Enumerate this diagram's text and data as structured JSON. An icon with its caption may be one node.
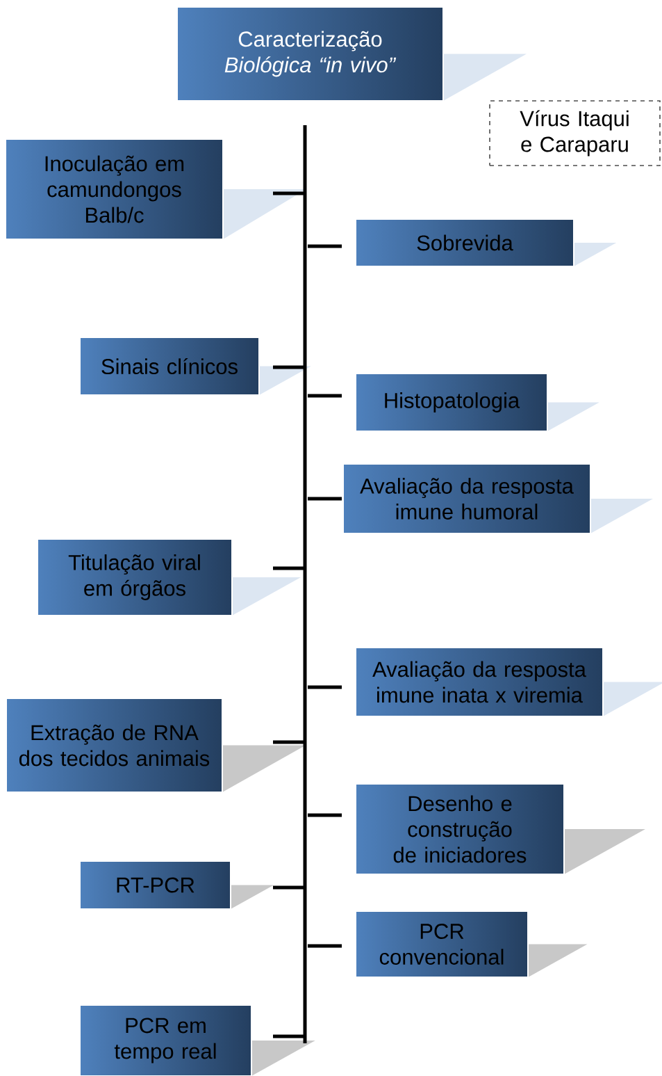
{
  "diagram": {
    "nodes": [
      {
        "text": [
          "Caracterização *Biológica “in vivo”*"
        ]
      },
      {
        "text": [
          "Vírus Itaqui e Caraparu"
        ]
      },
      {
        "text": [
          "Inoculação em camundongos Balb/c"
        ]
      },
      {
        "text": [
          "Sobrevida"
        ]
      },
      {
        "text": [
          "Sinais clínicos"
        ]
      },
      {
        "text": [
          "Histopatologia"
        ]
      },
      {
        "text": [
          "Avaliação da resposta imune humoral"
        ]
      },
      {
        "text": [
          "Titulação viral em órgãos"
        ]
      },
      {
        "text": [
          "Avaliação da resposta imune inata x viremia"
        ]
      },
      {
        "text": [
          "Extração de RNA dos tecidos animais"
        ]
      },
      {
        "text": [
          "Desenho e construção de iniciadores"
        ]
      },
      {
        "text": [
          "RT-PCR"
        ]
      },
      {
        "text": [
          "PCR convencional"
        ]
      },
      {
        "text": [
          "PCR em tempo real"
        ]
      }
    ]
  }
}
